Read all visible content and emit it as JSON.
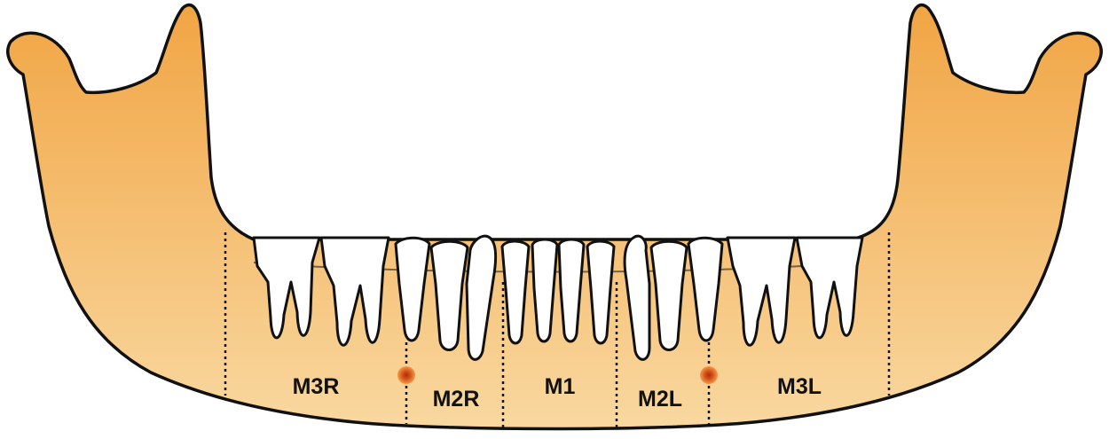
{
  "diagram": {
    "colors": {
      "bone_top": "#f1a544",
      "bone_bottom": "#f9d8a0",
      "outline": "#111111",
      "tooth_fill": "#ffffff",
      "foramen": "#e06818",
      "foramen_core": "#a83208"
    },
    "regions": [
      {
        "id": "m3r",
        "label": "M3R"
      },
      {
        "id": "m2r",
        "label": "M2R"
      },
      {
        "id": "m1",
        "label": "M1"
      },
      {
        "id": "m2l",
        "label": "M2L"
      },
      {
        "id": "m3l",
        "label": "M3L"
      }
    ]
  }
}
